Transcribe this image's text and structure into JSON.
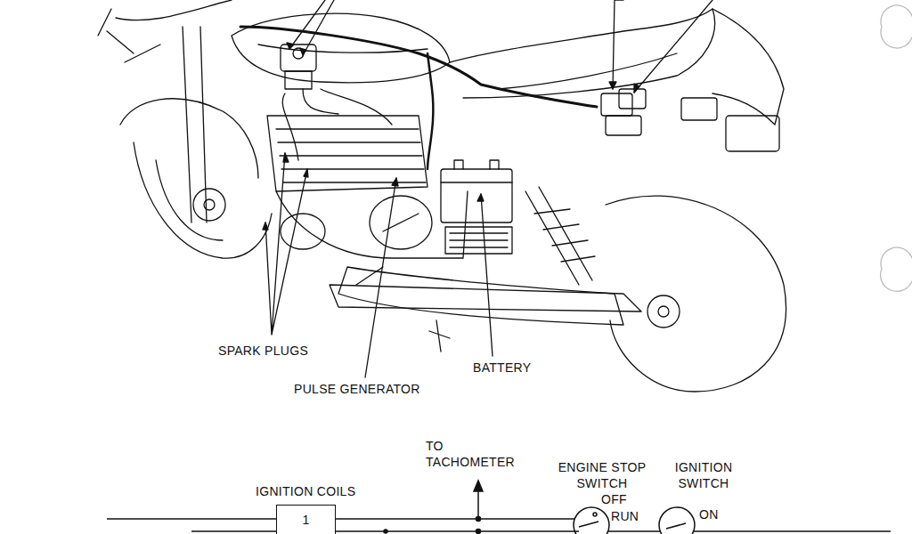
{
  "diagram": {
    "nodes": [
      {
        "text": [
          "1"
        ]
      }
    ],
    "labels": [
      "SPARK PLUGS",
      "PULSE GENERATOR",
      "BATTERY",
      "TO TACHOMETER",
      "ENGINE STOP SWITCH",
      "OFF",
      "RUN",
      "IGNITION SWITCH",
      "ON",
      "IGNITION COILS"
    ]
  }
}
